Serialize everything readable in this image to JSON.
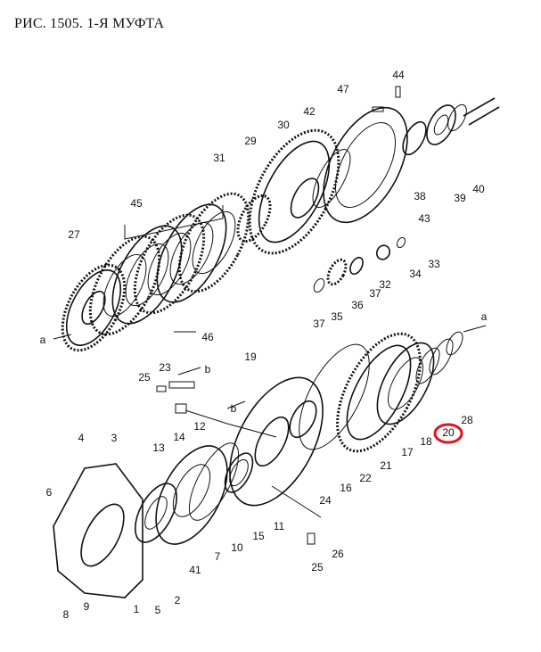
{
  "title": "РИС. 1505. 1-Я МУФТА",
  "highlight_color": "#e0141e",
  "highlighted_part": "20",
  "callouts": [
    "44",
    "47",
    "42",
    "30",
    "29",
    "31",
    "45",
    "27",
    "38",
    "39",
    "40",
    "43",
    "33",
    "34",
    "32",
    "37",
    "36",
    "35",
    "37",
    "46",
    "a",
    "a",
    "19",
    "23",
    "b",
    "25",
    "12",
    "14",
    "13",
    "b",
    "28",
    "20",
    "18",
    "17",
    "21",
    "22",
    "16",
    "24",
    "26",
    "25",
    "11",
    "15",
    "10",
    "7",
    "41",
    "2",
    "5",
    "1",
    "9",
    "8",
    "4",
    "3",
    "6"
  ]
}
